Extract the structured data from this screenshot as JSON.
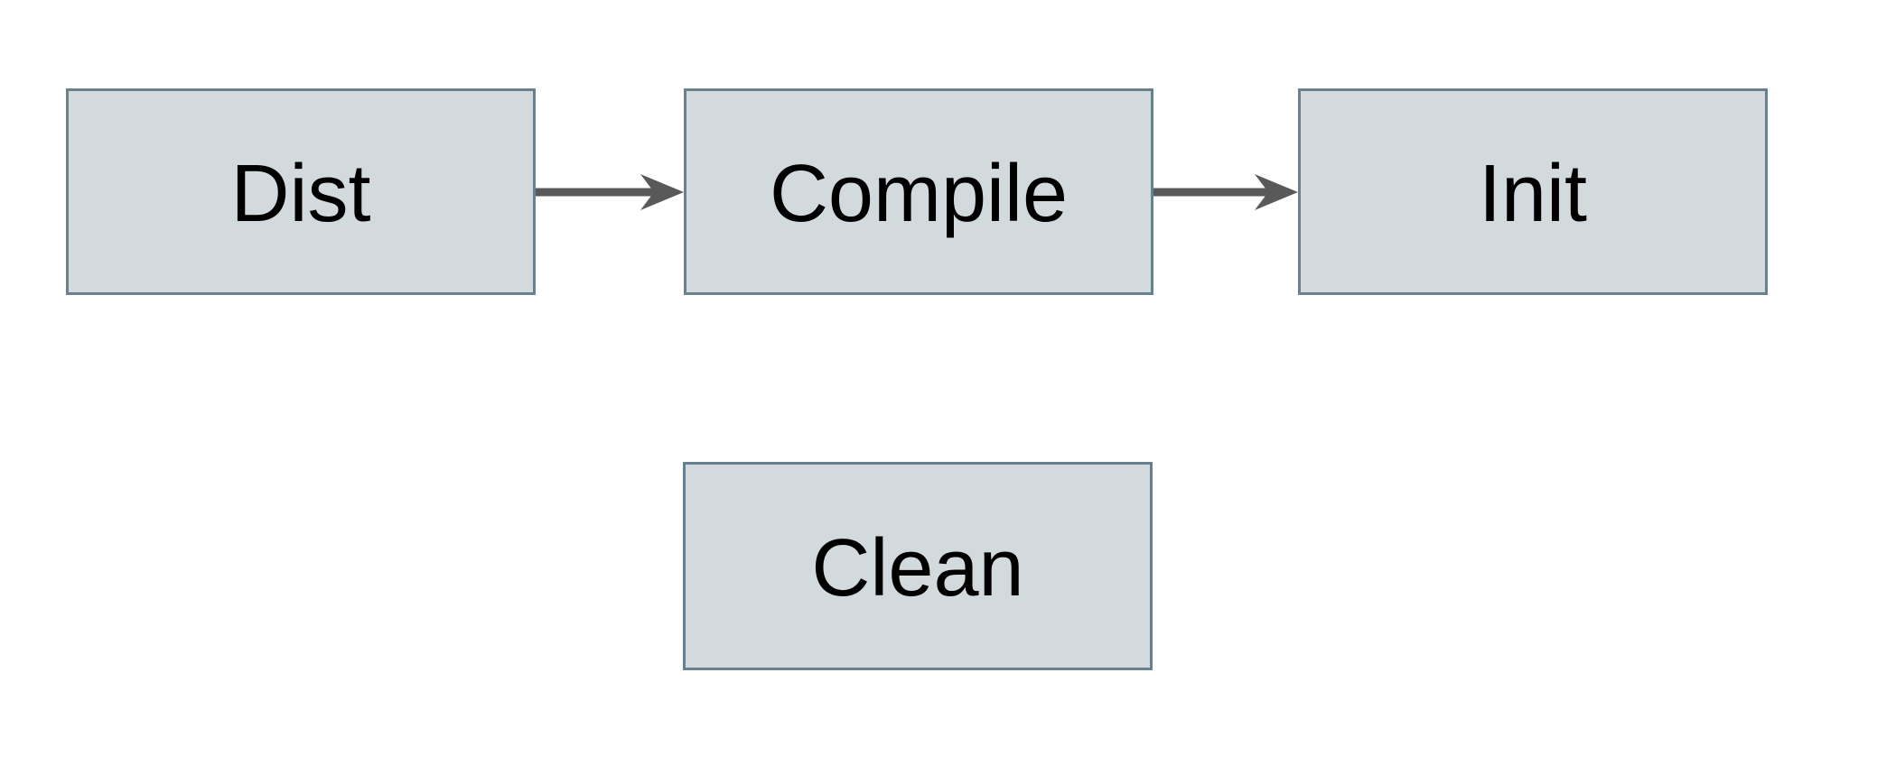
{
  "diagram": {
    "type": "flowchart",
    "background_color": "#ffffff",
    "node_fill_color": "#d3dadd",
    "node_border_color": "#67818f",
    "arrow_color": "#595959",
    "text_color": "#000000",
    "nodes": [
      {
        "id": "dist",
        "label": "Dist",
        "row": 1,
        "col": 1
      },
      {
        "id": "compile",
        "label": "Compile",
        "row": 1,
        "col": 2
      },
      {
        "id": "init",
        "label": "Init",
        "row": 1,
        "col": 3
      },
      {
        "id": "clean",
        "label": "Clean",
        "row": 2,
        "col": 2
      }
    ],
    "edges": [
      {
        "from": "Dist",
        "to": "Compile",
        "style": "solid-arrow"
      },
      {
        "from": "Compile",
        "to": "Init",
        "style": "solid-arrow"
      }
    ]
  }
}
